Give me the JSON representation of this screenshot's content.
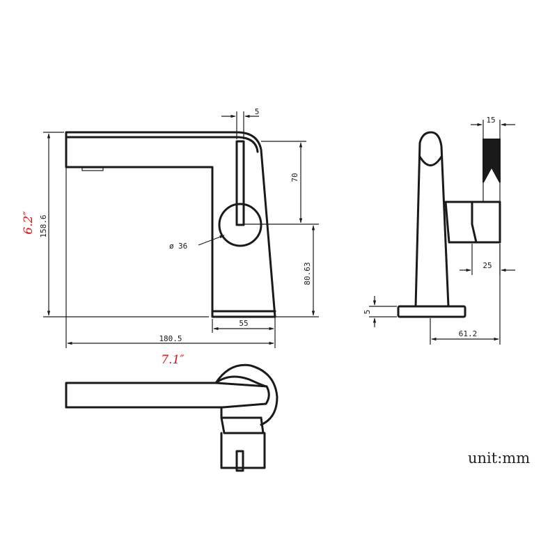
{
  "dimensions": {
    "total_height": "158.6",
    "total_width": "180.5",
    "top_gap": "5",
    "handle_height": "70",
    "circle_diameter": "36",
    "body_height": "80.63",
    "base_width": "55",
    "side_top_width": "15",
    "side_handle_width": "25",
    "side_base_thickness": "5",
    "side_base_width": "61.2"
  },
  "labels": {
    "height_inches": "6.2″",
    "width_inches": "7.1″",
    "unit": "unit:mm"
  },
  "colors": {
    "line": "#1a1a1a",
    "accent": "#e01010"
  }
}
